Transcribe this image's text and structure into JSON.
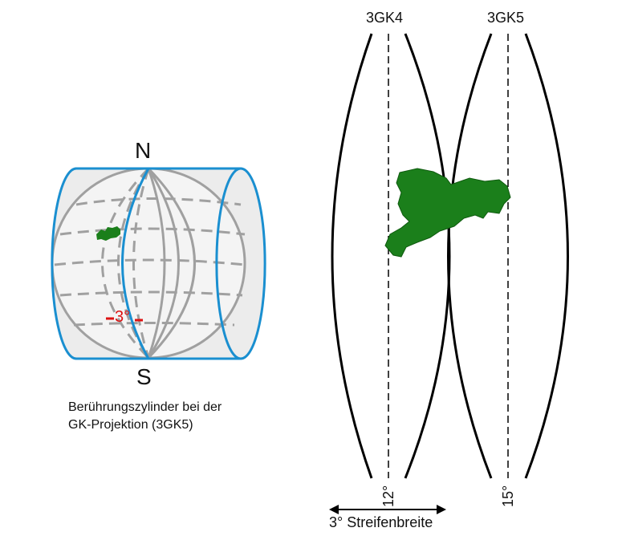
{
  "cylinder": {
    "north": "N",
    "south": "S",
    "angle": "3°",
    "caption_line1": "Berührungszylinder bei der",
    "caption_line2": "GK-Projektion (3GK5)"
  },
  "strips": {
    "zone_left": "3GK4",
    "zone_right": "3GK5",
    "meridian_left": "12°",
    "meridian_right": "15°",
    "width_label": "3° Streifenbreite"
  },
  "colors": {
    "cylinder_line": "#1a8fd0",
    "grid": "#a0a0a0",
    "land": "#1b7f1b",
    "angle": "#dd1111",
    "strip_line": "#000000"
  }
}
